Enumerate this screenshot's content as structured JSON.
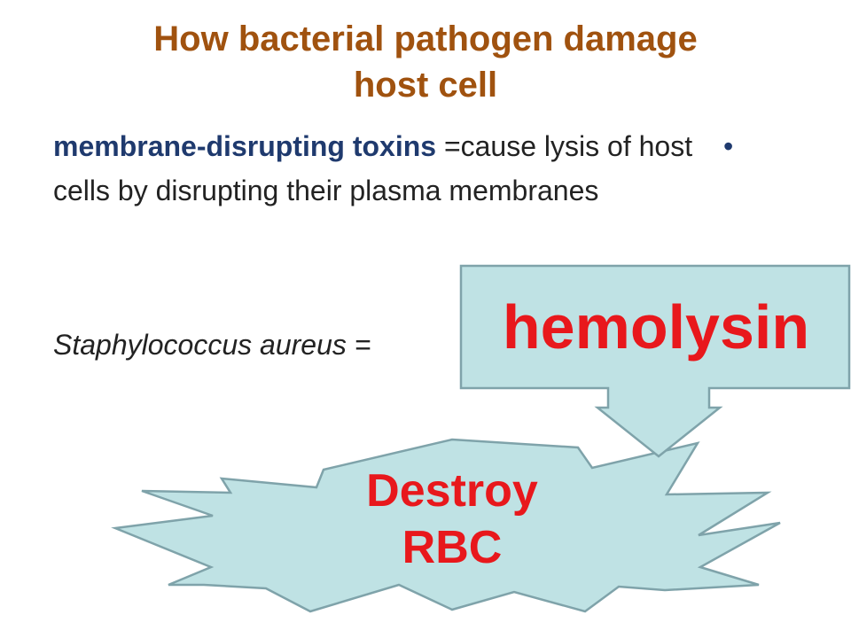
{
  "slide": {
    "title_line1": "How bacterial pathogen damage",
    "title_line2": "host cell",
    "keyword": "membrane-disrupting toxins",
    "definition": " =cause lysis of host cells by disrupting their plasma membranes",
    "bullet": "•",
    "organism": "Staphylococcus aureus ="
  },
  "callout": {
    "toxin_label": "hemolysin"
  },
  "burst": {
    "line1": "Destroy",
    "line2": "RBC"
  },
  "colors": {
    "title": "#a0520f",
    "keyword": "#1f3a6e",
    "accent_red": "#e8181c",
    "shape_fill": "#bfe2e4",
    "shape_stroke": "#7fa3aa"
  }
}
